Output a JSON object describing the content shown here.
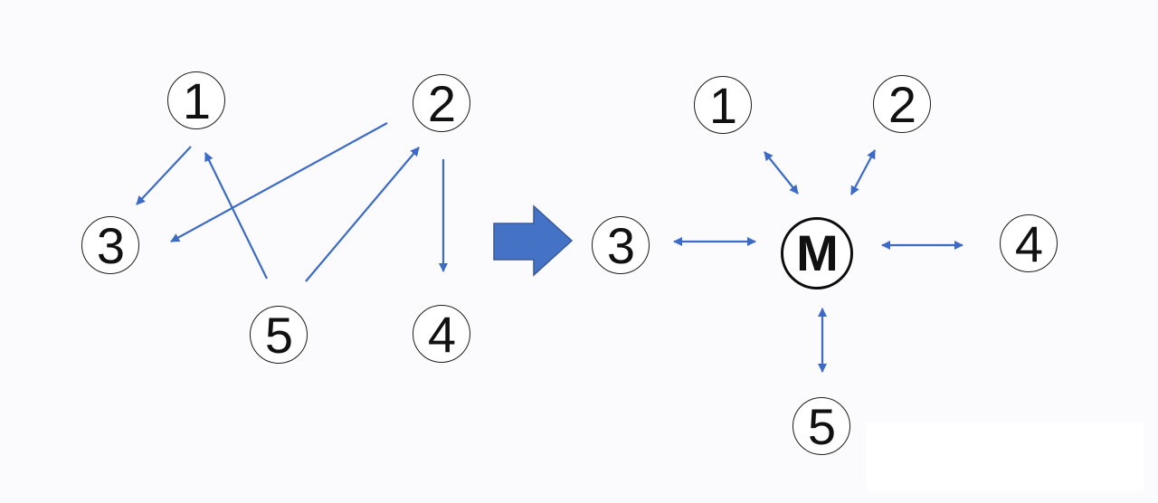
{
  "diagram": {
    "left_diagram": {
      "nodes": [
        {
          "id": "1",
          "label": "1"
        },
        {
          "id": "2",
          "label": "2"
        },
        {
          "id": "3",
          "label": "3"
        },
        {
          "id": "5",
          "label": "5"
        },
        {
          "id": "4",
          "label": "4"
        }
      ],
      "connections": [
        {
          "from": "1",
          "to": "3",
          "bidirectional": false
        },
        {
          "from": "5",
          "to": "1",
          "bidirectional": false
        },
        {
          "from": "2",
          "to": "3",
          "bidirectional": false
        },
        {
          "from": "5",
          "to": "2",
          "bidirectional": false
        },
        {
          "from": "2",
          "to": "4",
          "bidirectional": false
        }
      ]
    },
    "right_diagram": {
      "mediator": {
        "id": "M",
        "label": "M"
      },
      "nodes": [
        {
          "id": "1",
          "label": "1"
        },
        {
          "id": "2",
          "label": "2"
        },
        {
          "id": "3",
          "label": "3"
        },
        {
          "id": "4",
          "label": "4"
        },
        {
          "id": "5",
          "label": "5"
        }
      ],
      "connections": [
        {
          "from": "M",
          "to": "1",
          "bidirectional": true
        },
        {
          "from": "M",
          "to": "2",
          "bidirectional": true
        },
        {
          "from": "M",
          "to": "3",
          "bidirectional": true
        },
        {
          "from": "M",
          "to": "4",
          "bidirectional": true
        },
        {
          "from": "M",
          "to": "5",
          "bidirectional": true
        }
      ]
    },
    "transform_arrow": {
      "icon": "right-block-arrow-icon"
    }
  },
  "colors": {
    "background": "#fbfafc",
    "connector_blue": "#3b6bc6",
    "block_arrow_fill": "#4472c4",
    "block_arrow_border": "#39599b",
    "node_border": "#1c1c1c",
    "node_fill": "#ffffff",
    "node_text": "#111111",
    "patch_white": "#ffffff"
  }
}
